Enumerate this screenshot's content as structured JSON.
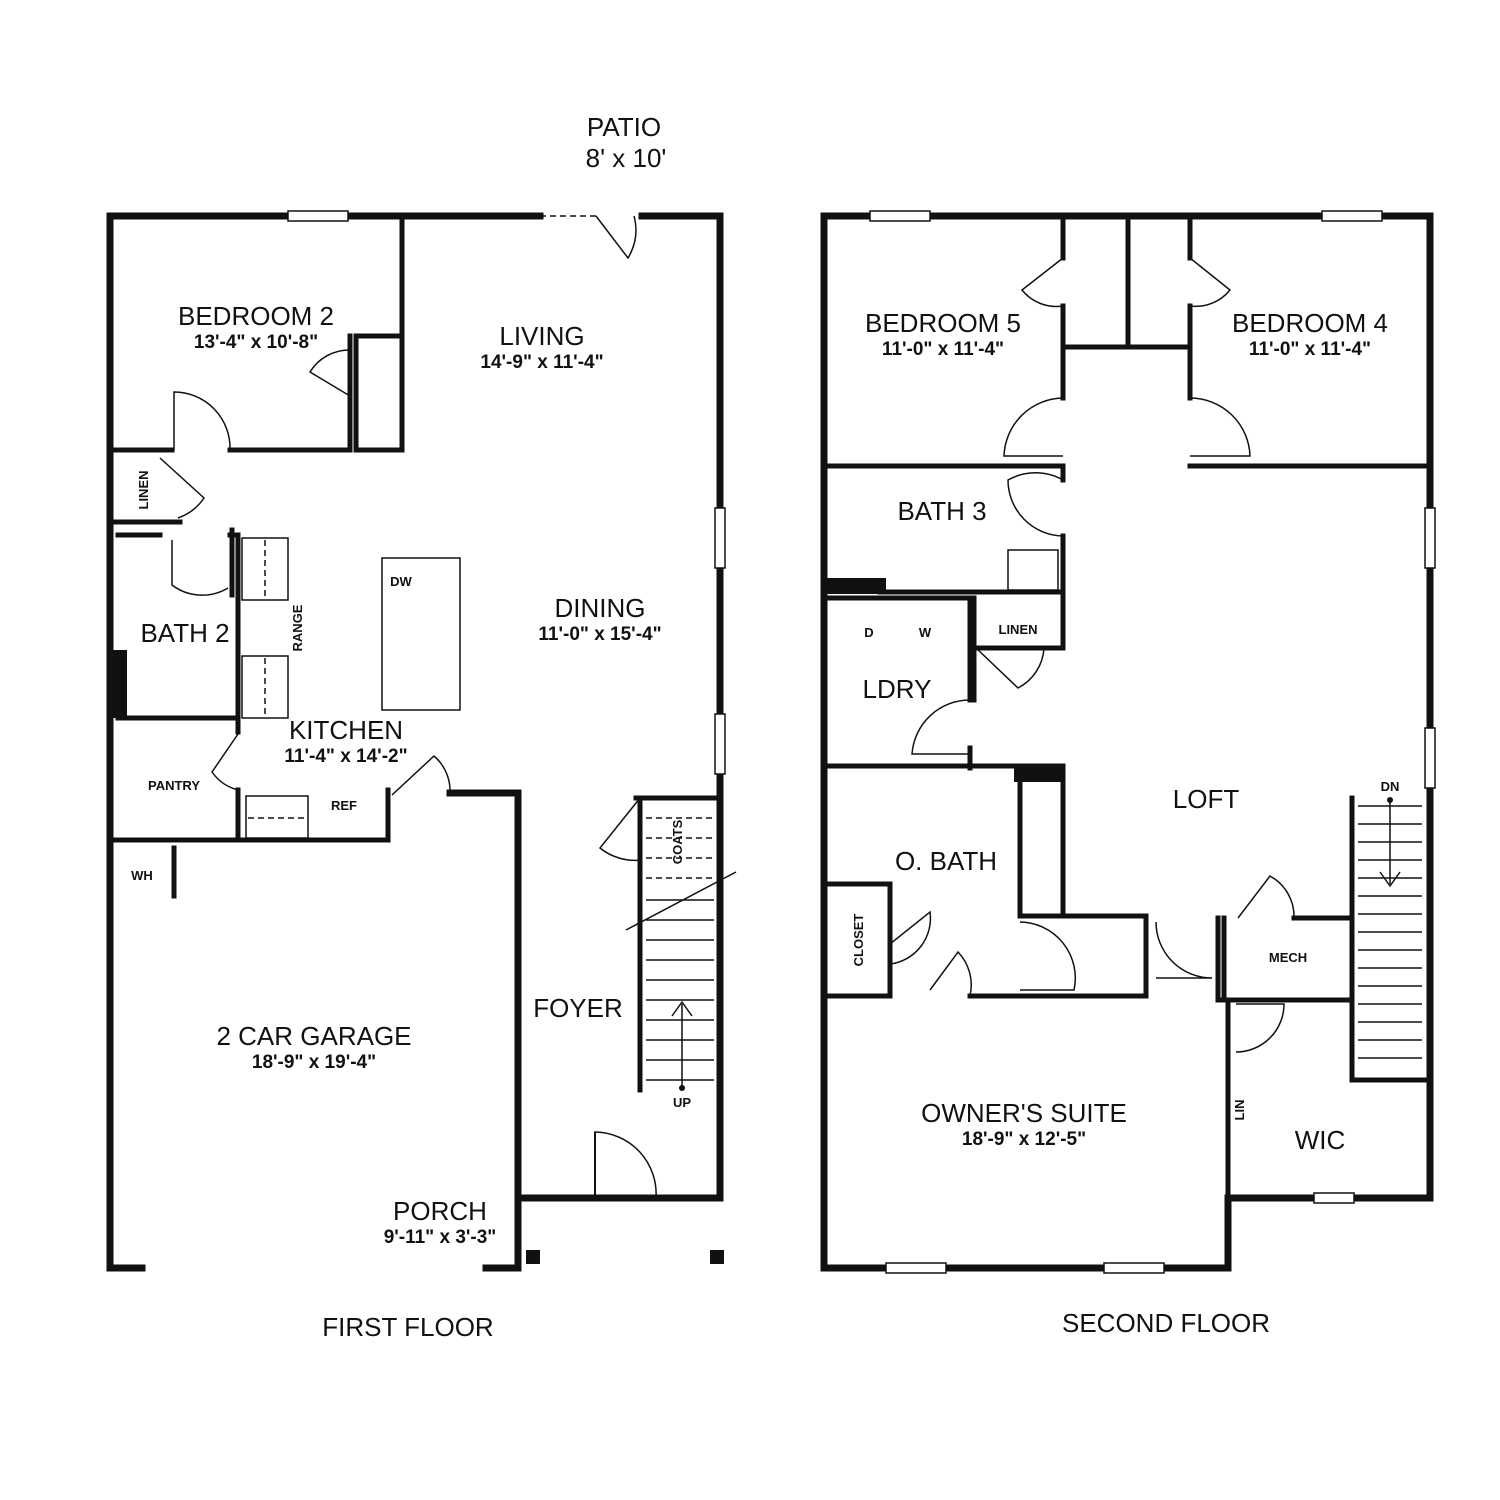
{
  "patio": {
    "name": "PATIO",
    "dim": "8' x 10'"
  },
  "first_floor": {
    "caption": "FIRST FLOOR",
    "rooms": {
      "bedroom2": {
        "name": "BEDROOM 2",
        "dim": "13'-4\" x 10'-8\""
      },
      "living": {
        "name": "LIVING",
        "dim": "14'-9\" x 11'-4\""
      },
      "dining": {
        "name": "DINING",
        "dim": "11'-0\" x 15'-4\""
      },
      "kitchen": {
        "name": "KITCHEN",
        "dim": "11'-4\" x 14'-2\""
      },
      "bath2": {
        "name": "BATH 2"
      },
      "linen": {
        "name": "LINEN"
      },
      "pantry": {
        "name": "PANTRY"
      },
      "garage": {
        "name": "2 CAR GARAGE",
        "dim": "18'-9\" x 19'-4\""
      },
      "porch": {
        "name": "PORCH",
        "dim": "9'-11\" x 3'-3\""
      },
      "foyer": {
        "name": "FOYER"
      },
      "wh": {
        "name": "WH"
      },
      "coats": {
        "name": "COATS"
      }
    },
    "fixtures": {
      "dw": "DW",
      "range": "RANGE",
      "ref": "REF",
      "stair": "UP"
    }
  },
  "second_floor": {
    "caption": "SECOND FLOOR",
    "rooms": {
      "bedroom5": {
        "name": "BEDROOM 5",
        "dim": "11'-0\" x 11'-4\""
      },
      "bedroom4": {
        "name": "BEDROOM 4",
        "dim": "11'-0\" x 11'-4\""
      },
      "bath3": {
        "name": "BATH 3"
      },
      "linen": {
        "name": "LINEN"
      },
      "ldry": {
        "name": "LDRY"
      },
      "loft": {
        "name": "LOFT"
      },
      "obath": {
        "name": "O. BATH"
      },
      "closet": {
        "name": "CLOSET"
      },
      "mech": {
        "name": "MECH"
      },
      "owners": {
        "name": "OWNER'S SUITE",
        "dim": "18'-9\" x 12'-5\""
      },
      "lin": {
        "name": "LIN"
      },
      "wic": {
        "name": "WIC"
      }
    },
    "fixtures": {
      "d": "D",
      "w": "W",
      "stair": "DN"
    }
  }
}
